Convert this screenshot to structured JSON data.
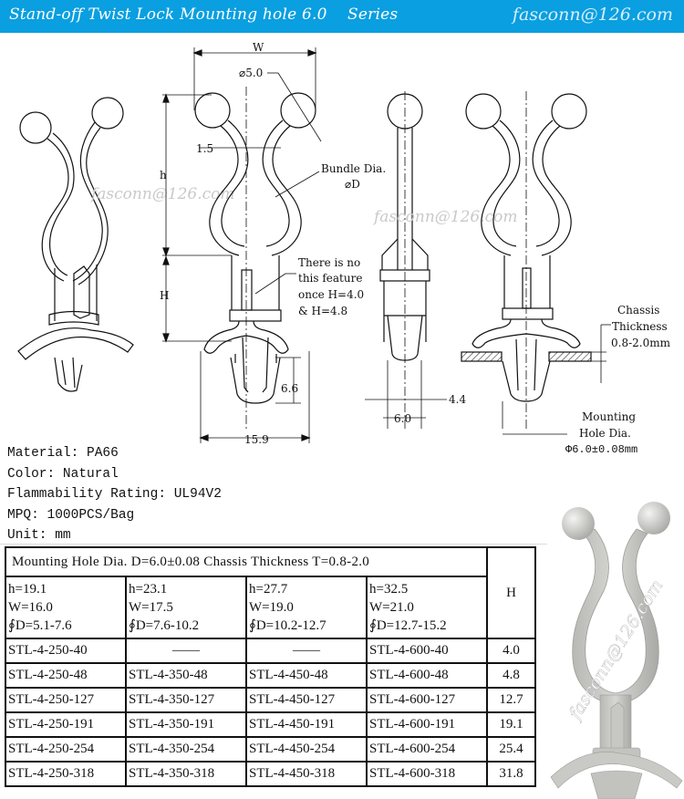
{
  "header": {
    "title": "Stand-off Twist Lock Mounting hole 6.0    Series",
    "email": "fasconn@126.com"
  },
  "drawing": {
    "watermark": "fasconn@126.com",
    "dimensions": {
      "width_label": "W",
      "ball_dia": "⌀5.0",
      "gap": "1.5",
      "height_upper": "h",
      "height_lower": "H",
      "bundle_dia_line1": "Bundle Dia.",
      "bundle_dia_line2": "⌀D",
      "note_line1": "There is no",
      "note_line2": "this feature",
      "note_line3": "once H=4.0",
      "note_line4": "&  H=4.8",
      "leg_height": "6.6",
      "base_width": "15.9",
      "side_inner": "4.4",
      "side_outer": "6.0",
      "chassis_line1": "Chassis",
      "chassis_line2": "Thickness",
      "chassis_line3": "0.8-2.0mm",
      "hole_line1": "Mounting",
      "hole_line2": "Hole Dia.",
      "hole_line3": "Φ6.0±0.08mm"
    }
  },
  "specs": {
    "material": "Material: PA66",
    "color": "Color: Natural",
    "flammability": "Flammability Rating: UL94V2",
    "mpq": "MPQ: 1000PCS/Bag",
    "unit": "Unit: mm"
  },
  "table": {
    "header": "Mounting Hole Dia. D=6.0±0.08   Chassis Thickness T=0.8-2.0",
    "h_column_label": "H",
    "size_columns": [
      {
        "h": "h=19.1",
        "w": "W=16.0",
        "d": "∮D=5.1-7.6"
      },
      {
        "h": " h=23.1",
        "w": "W=17.5",
        "d": "∮D=7.6-10.2"
      },
      {
        "h": "h=27.7",
        "w": "W=19.0",
        "d": "∮D=10.2-12.7"
      },
      {
        "h": "h=32.5",
        "w": "W=21.0",
        "d": "∮D=12.7-15.2"
      }
    ],
    "rows": [
      {
        "parts": [
          "STL-4-250-40",
          "——",
          "——",
          "STL-4-600-40"
        ],
        "H": "4.0"
      },
      {
        "parts": [
          "STL-4-250-48",
          "STL-4-350-48",
          "STL-4-450-48",
          "STL-4-600-48"
        ],
        "H": "4.8"
      },
      {
        "parts": [
          "STL-4-250-127",
          "STL-4-350-127",
          "STL-4-450-127",
          "STL-4-600-127"
        ],
        "H": "12.7"
      },
      {
        "parts": [
          "STL-4-250-191",
          "STL-4-350-191",
          "STL-4-450-191",
          "STL-4-600-191"
        ],
        "H": "19.1"
      },
      {
        "parts": [
          "STL-4-250-254",
          "STL-4-350-254",
          "STL-4-450-254",
          "STL-4-600-254"
        ],
        "H": "25.4"
      },
      {
        "parts": [
          "STL-4-250-318",
          "STL-4-350-318",
          "STL-4-450-318",
          "STL-4-600-318"
        ],
        "H": "31.8"
      }
    ]
  },
  "photo": {
    "watermark": "fasconn@126.com"
  }
}
